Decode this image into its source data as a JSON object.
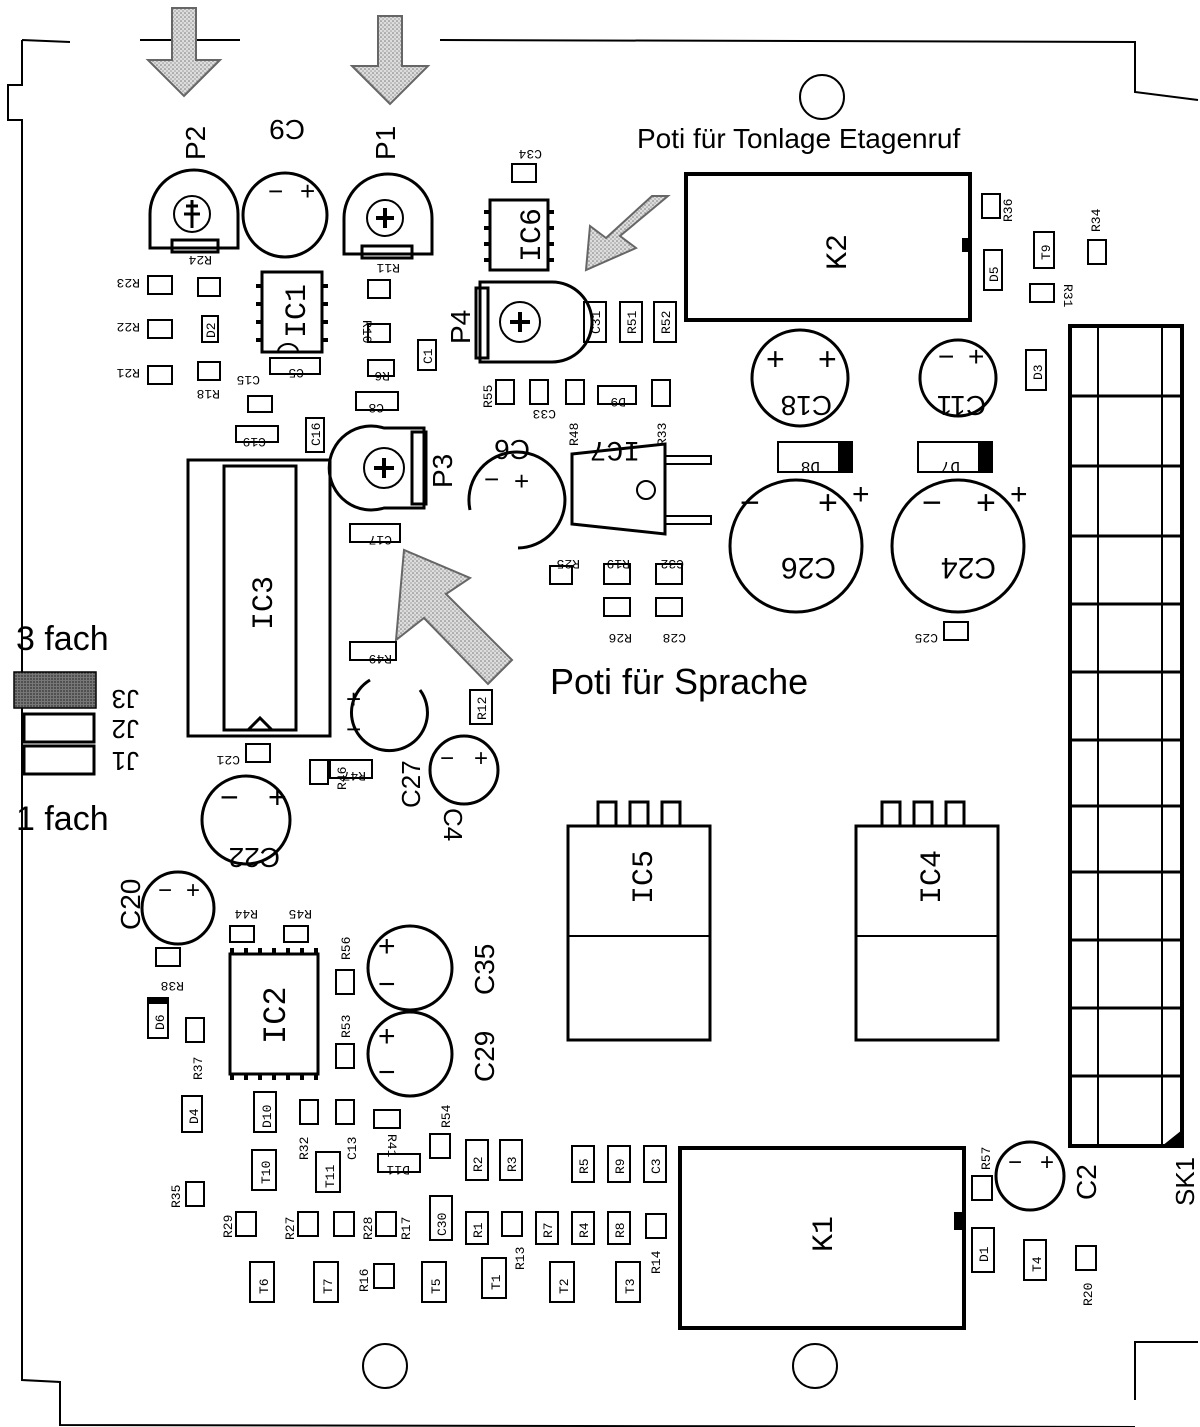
{
  "annotations": {
    "tonlage": "Poti für Tonlage Etagenruf",
    "sprache": "Poti für Sprache",
    "fach3": "3 fach",
    "fach1": "1 fach"
  },
  "jumpers": {
    "j3": "J3",
    "j2": "J2",
    "j1": "J1"
  },
  "pots": {
    "p1": "P1",
    "p2": "P2",
    "p3": "P3",
    "p4": "P4"
  },
  "ics": {
    "ic1": "IC1",
    "ic2": "IC2",
    "ic3": "IC3",
    "ic4": "IC4",
    "ic5": "IC5",
    "ic6": "IC6",
    "ic7": "IC7"
  },
  "relays": {
    "k1": "K1",
    "k2": "K2"
  },
  "connector": {
    "sk1": "SK1"
  },
  "capacitors": {
    "c2": "C2",
    "c4": "C4",
    "c6": "C6",
    "c9": "C9",
    "c11": "C11",
    "c18": "C18",
    "c20": "C20",
    "c22": "C22",
    "c24": "C24",
    "c26": "C26",
    "c27": "C27",
    "c29": "C29",
    "c35": "C35",
    "plus": "+",
    "minus": "−"
  },
  "smd_labels": {
    "r23": "R23",
    "r22": "R22",
    "r21": "R21",
    "r24": "R24",
    "r18": "R18",
    "r11": "R11",
    "r10": "R10",
    "r6": "R6",
    "c1": "C1",
    "c5": "C5",
    "c8": "C8",
    "c15": "C15",
    "c16": "C16",
    "c19": "C19",
    "c17": "C17",
    "d2": "D2",
    "c34": "C34",
    "c31": "C31",
    "r51": "R51",
    "r52": "R52",
    "r55": "R55",
    "c33": "C33",
    "r48": "R48",
    "d9": "D9",
    "r33": "R33",
    "r36": "R36",
    "r34": "R34",
    "t9": "T9",
    "d5": "D5",
    "r31": "R31",
    "d3": "D3",
    "d8": "D8",
    "d7": "D7",
    "r25": "R25",
    "r19": "R19",
    "c32": "C32",
    "r26": "R26",
    "c28": "C28",
    "c25": "C25",
    "r49": "R49",
    "r12": "R12",
    "r47": "R47",
    "r46": "R46",
    "c21": "C21",
    "r44": "R44",
    "r45": "R45",
    "r38": "R38",
    "r56": "R56",
    "d6": "D6",
    "r37": "R37",
    "r53": "R53",
    "d4": "D4",
    "d10": "D10",
    "r32": "R32",
    "c13": "C13",
    "r41": "R41",
    "d11": "D11",
    "r54": "R54",
    "r2": "R2",
    "r3": "R3",
    "r5": "R5",
    "r9": "R9",
    "c3": "C3",
    "t10": "T10",
    "t11": "T11",
    "r35": "R35",
    "r29": "R29",
    "r27": "R27",
    "r28": "R28",
    "r17": "R17",
    "c30": "C30",
    "r1": "R1",
    "r13": "R13",
    "r7": "R7",
    "r4": "R4",
    "r8": "R8",
    "r14": "R14",
    "t6": "T6",
    "t7": "T7",
    "r16": "R16",
    "t5": "T5",
    "t1": "T1",
    "t2": "T2",
    "t3": "T3",
    "r57": "R57",
    "d1": "D1",
    "t4": "T4",
    "r20": "R20"
  }
}
